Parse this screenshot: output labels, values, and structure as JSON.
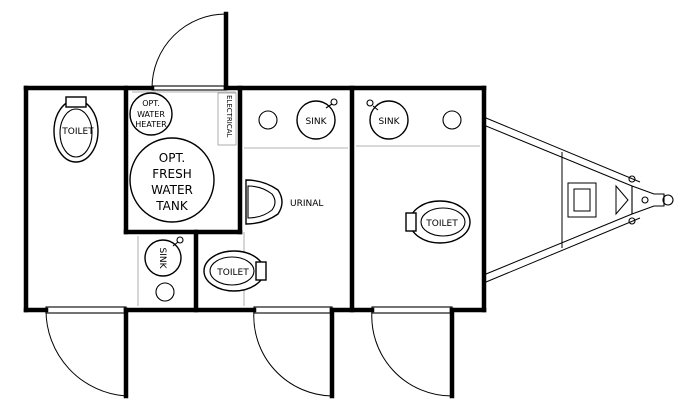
{
  "labels": {
    "toilet_left": "TOILET",
    "opt_water_heater": [
      "OPT.",
      "WATER",
      "HEATER"
    ],
    "electrical": "ELECTRICAL",
    "opt_fresh_water_tank": [
      "OPT.",
      "FRESH",
      "WATER",
      "TANK"
    ],
    "sink_center_left": "SINK",
    "toilet_center_left": "TOILET",
    "sink_center": "SINK",
    "urinal": "URINAL",
    "sink_right": "SINK",
    "toilet_right": "TOILET"
  }
}
